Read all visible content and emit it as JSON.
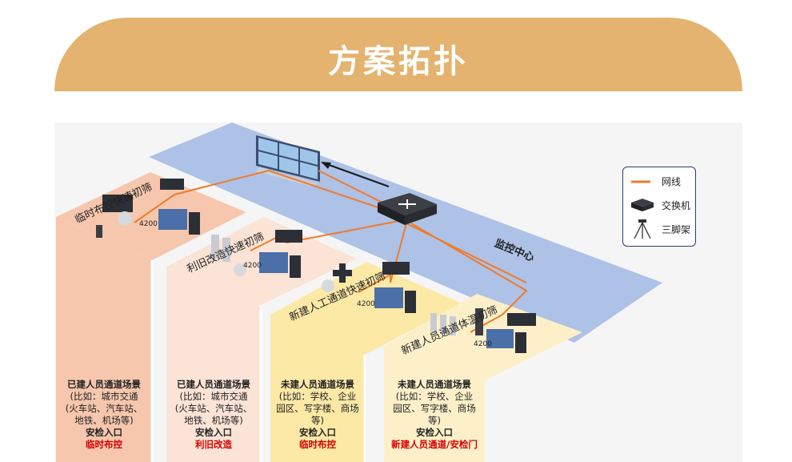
{
  "title": "方案拓扑",
  "monitor_center": "监控中心",
  "legend": {
    "items": [
      {
        "label": "网线",
        "icon": "network-cable-icon"
      },
      {
        "label": "交换机",
        "icon": "switch-icon"
      },
      {
        "label": "三脚架",
        "icon": "tripod-icon"
      }
    ]
  },
  "zones": [
    {
      "label": "临时布控快速初筛"
    },
    {
      "label": "利旧改造快速初筛"
    },
    {
      "label": "新建人工通道快速初筛"
    },
    {
      "label": "新建人员通道体温初筛"
    }
  ],
  "device_label": "4200",
  "cards": [
    {
      "title": "已建人员通道场景",
      "lines": [
        "(比如：城市交通",
        "(火车站、汽车站、",
        "地铁、机场等)"
      ],
      "entrance": "安检入口",
      "mode": "临时布控"
    },
    {
      "title": "已建人员通道场景",
      "lines": [
        "(比如：城市交通",
        "(火车站、汽车站、",
        "地铁、机场等)"
      ],
      "entrance": "安检入口",
      "mode": "利旧改造"
    },
    {
      "title": "未建人员通道场景",
      "lines": [
        "(比如：学校、企业",
        "园区、写字楼、商场",
        "等)"
      ],
      "entrance": "安检入口",
      "mode": "临时布控"
    },
    {
      "title": "未建人员通道场景",
      "lines": [
        "(比如：学校、企业",
        "园区、写字楼、商场",
        "等)"
      ],
      "entrance": "安检入口",
      "mode": "新建人员通道/安检门"
    }
  ],
  "colors": {
    "banner": "#e3b36f",
    "monitor_floor": "#adc2e6",
    "cable": "#f07a2c",
    "zone1": "#f6c7ad",
    "zone2": "#fbe3d6",
    "zone3": "#fde9a6",
    "zone4": "#fdf0c9"
  }
}
